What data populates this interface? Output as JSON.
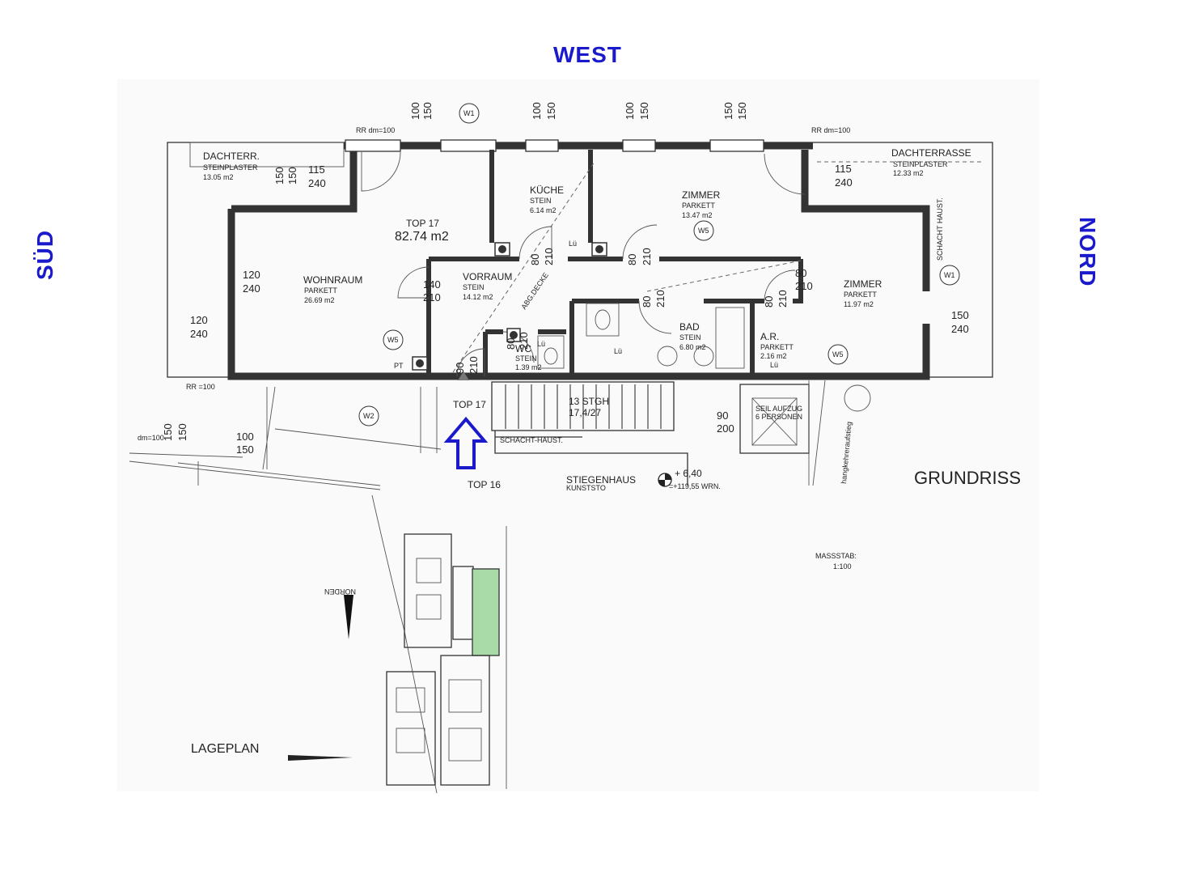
{
  "compass": {
    "west": "WEST",
    "south": "SÜD",
    "north": "NORD"
  },
  "plan": {
    "unit_name": "TOP 17",
    "unit_area": "82.74 m2",
    "rooms": [
      {
        "name": "DACHTERR.",
        "floor": "STEINPLASTER",
        "area": "13.05 m2"
      },
      {
        "name": "DACHTERRASSE",
        "floor": "STEINPLASTER",
        "area": "12.33 m2"
      },
      {
        "name": "WOHNRAUM",
        "floor": "PARKETT",
        "area": "26.69 m2"
      },
      {
        "name": "KÜCHE",
        "floor": "STEIN",
        "area": "6.14 m2"
      },
      {
        "name": "VORRAUM",
        "floor": "STEIN",
        "area": "14.12 m2"
      },
      {
        "name": "ZIMMER",
        "floor": "PARKETT",
        "area": "13.47 m2"
      },
      {
        "name": "ZIMMER",
        "floor": "PARKETT",
        "area": "11.97 m2"
      },
      {
        "name": "BAD",
        "floor": "STEIN",
        "area": "6.80 m2"
      },
      {
        "name": "WC",
        "floor": "STEIN",
        "area": "1.39 m2"
      },
      {
        "name": "A.R.",
        "floor": "PARKETT",
        "area": "2.16 m2"
      }
    ],
    "rr_top_left": "RR  dm=100",
    "rr_top_right": "RR  dm=100",
    "rr_bottom": "RR  =100",
    "dm_left": "dm=100",
    "window_tags": {
      "w1": "W1",
      "w2": "W2",
      "w5": "W5"
    },
    "dims": {
      "d100": "100",
      "d150": "150",
      "d115": "115",
      "d240": "240",
      "d120": "120",
      "d140": "140",
      "d210": "210",
      "d80": "80",
      "d90": "90",
      "d200": "200"
    },
    "lue": "Lü",
    "pt": "PT",
    "abg_decke": "ABG.DECKE",
    "top17_entry": "TOP 17",
    "top16": "TOP 16",
    "stairs": "13 STGH",
    "stairs_ratio": "17,4/27",
    "schacht": "SCHACHT-HAUST.",
    "schacht_v": "SCHACHT HAUST.",
    "stiegenhaus": "STIEGENHAUS",
    "kunststoff": "KUNSTSTO",
    "level": "+ 6,40",
    "level_abs": "=+119,55 WRN.",
    "lift": "SEIL AUFZUG",
    "lift_cap": "6 PERSONEN",
    "hang": "hangkehreraufstieg",
    "grundriss": "GRUNDRISS",
    "massstab_label": "MASSSTAB:",
    "massstab_value": "1:100",
    "lageplan": "LAGEPLAN",
    "norden": "NORDEN"
  },
  "colors": {
    "compass": "#1a1acc",
    "arrow": "#1a1acc",
    "highlight": "#a9dba9"
  }
}
